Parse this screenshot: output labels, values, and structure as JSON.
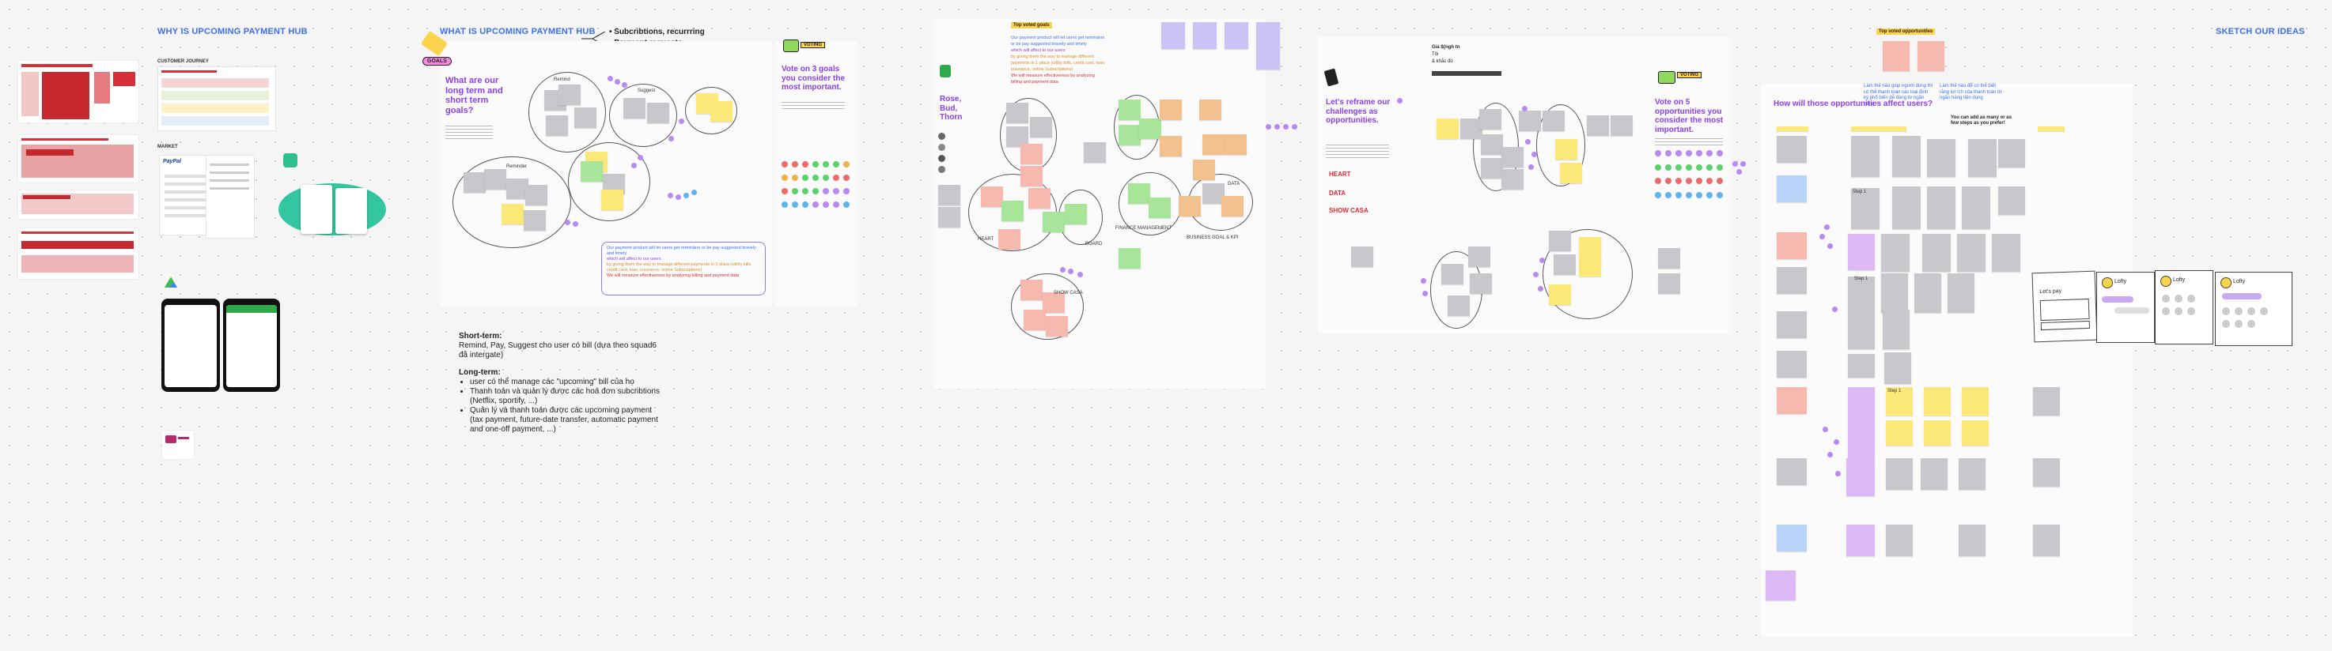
{
  "sections": {
    "why": "WHY IS UPCOMING PAYMENT HUB",
    "what": "WHAT IS UPCOMING PAYMENT HUB",
    "sketch": "SKETCH OUR IDEAS"
  },
  "what_bullets": [
    "Subcribtions, recurrring",
    "Payment requests"
  ],
  "customer_journey_label": "CUSTOMER JOURNEY",
  "market_label": "MARKET",
  "paypal_label": "PayPal",
  "goals": {
    "badge": "GOALS",
    "question": "What are our long term and short term goals?",
    "cluster_labels": [
      "Remind",
      "Suggest",
      "Reminder"
    ]
  },
  "vote_goals": {
    "badge": "VOTING",
    "title": "Vote on 3 goals you consider the most important."
  },
  "goal_note_lines": [
    "Our payment product will let users get reminders or be pay suggested bravely and timely",
    "which will affect to our users",
    "by giving them the way to manage different payments in 1 place (utility bills, credit card, loan, insurance, online Subscriptions)",
    "We will measure effectiveness by analyzing billing and payment data"
  ],
  "short_term": {
    "heading": "Short-term:",
    "text": "Remind, Pay, Suggest cho user có bill (dựa theo squad6 đã intergate)"
  },
  "long_term": {
    "heading": "Long-term:",
    "items": [
      "user có thể manage các \"upcoming\" bill của họ",
      "Thanh toán và quản lý được các hoá đơn subcribtions (Netflix, sportify, ...)",
      "Quản lý và thanh toán được các upcoming payment (tax payment, future-date transfer, automatic payment and one-off payment, ...)"
    ]
  },
  "rbt": {
    "title": "Rose, Bud, Thorn",
    "labels": [
      "HEART",
      "FINANCE MANAGEMENT",
      "BOARD",
      "BUSINESS GOAL & KPI",
      "DATA",
      "SHOW CASA"
    ],
    "top_label": "Top voted goals"
  },
  "reframe": {
    "title": "Let's reframe our challenges as opportunities.",
    "labels": [
      "HEART",
      "DATA",
      "SHOW CASA"
    ],
    "hmw": [
      "Giá ${ngh tn",
      "Tôi",
      "& khắc đó"
    ]
  },
  "vote_opps": {
    "badge": "VOTING",
    "title": "Vote on 5 opportunities you consider the most important."
  },
  "affect": {
    "title": "How will  those opportunities affect users?",
    "top_label": "Top voted opportunities",
    "note_left": "Làm thế nào giúp người dùng thì có thể thanh toán các loại định kỳ phổ biến dễ dàng từ ngân hàng",
    "note_right": "Làm thế nào để có thể biết rằng lợi ích của thanh toán từ ngân hàng tiện dụng",
    "help_text": "You can add as many or as few steps as you prefer!",
    "step": "Step 1"
  },
  "sketch_cards": [
    "Let's pay",
    "Lofty",
    "Lofty",
    "Lofty"
  ],
  "colors": {
    "accent": "#3d6ff5",
    "purple": "#8a3ff0",
    "sticky_yellow": "#fbe879",
    "vote_green": "#5bd36a"
  }
}
